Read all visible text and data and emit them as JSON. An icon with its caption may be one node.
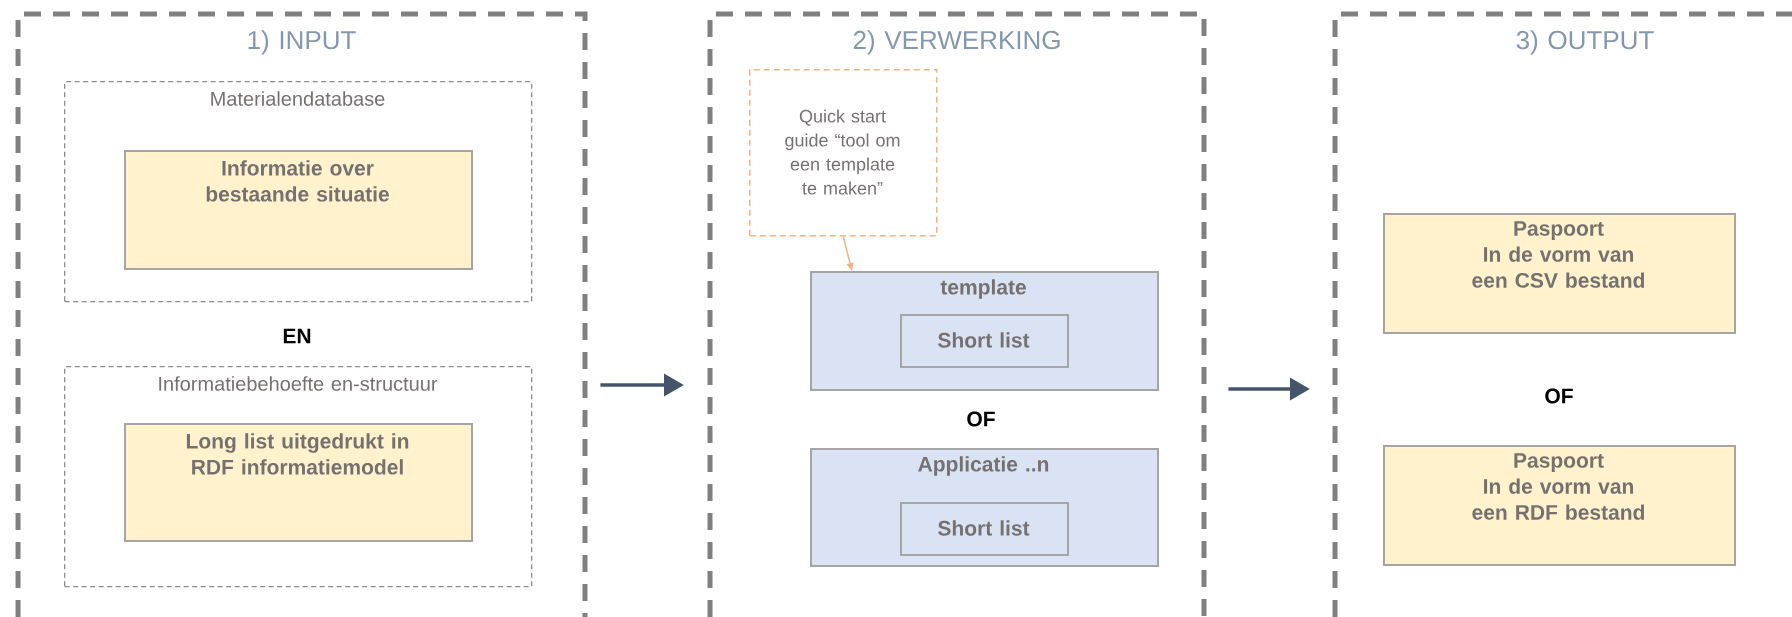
{
  "diagram": {
    "nodes": [
      {
        "text": [
          "1) INPUT"
        ]
      },
      {
        "text": [
          "Materialendatabase"
        ],
        "in": 0
      },
      {
        "text": [
          "Informatie over bestaande situatie"
        ],
        "in": 1
      },
      {
        "text": [
          "Informatiebehoefte en-structuur"
        ],
        "in": 0
      },
      {
        "text": [
          "Long list uitgedrukt in RDF informatiemodel"
        ],
        "in": 3
      },
      {
        "text": [
          "2) VERWERKING"
        ]
      },
      {
        "text": [
          "Quick start guide “tool om een template te maken”"
        ],
        "in": 5
      },
      {
        "text": [
          "template"
        ],
        "in": 5
      },
      {
        "text": [
          "Short list"
        ],
        "in": 7
      },
      {
        "text": [
          "Applicatie ..n"
        ],
        "in": 5
      },
      {
        "text": [
          "Short list"
        ],
        "in": 9
      },
      {
        "text": [
          "3) OUTPUT"
        ]
      },
      {
        "text": [
          "Paspoort",
          "In de vorm van een CSV bestand"
        ],
        "in": 11
      },
      {
        "text": [
          "Paspoort",
          "In de vorm van een RDF bestand"
        ],
        "in": 11
      }
    ],
    "edges": [
      {
        "from": 0,
        "to": 5,
        "arrow": "to"
      },
      {
        "from": 5,
        "to": 11,
        "arrow": "to"
      },
      {
        "from": 6,
        "to": 7,
        "arrow": "to",
        "color": "#f4b183"
      }
    ],
    "labels": [
      "EN",
      "OF",
      "OF"
    ]
  }
}
